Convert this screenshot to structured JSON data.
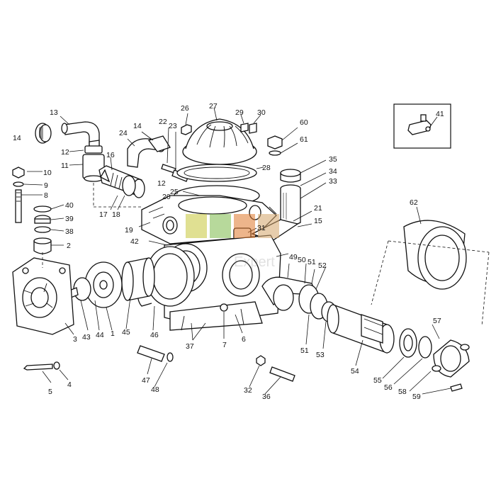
{
  "watermark": {
    "text": "Expert",
    "colors": [
      "#c8c83a",
      "#7dbb4a",
      "#e07a2e",
      "#d4a56a"
    ]
  },
  "labels": [
    {
      "id": "p13",
      "text": "13"
    },
    {
      "id": "p14a",
      "text": "14"
    },
    {
      "id": "p12a",
      "text": "12"
    },
    {
      "id": "p11",
      "text": "11"
    },
    {
      "id": "p10",
      "text": "10"
    },
    {
      "id": "p9",
      "text": "9"
    },
    {
      "id": "p8",
      "text": "8"
    },
    {
      "id": "p40",
      "text": "40"
    },
    {
      "id": "p39",
      "text": "39"
    },
    {
      "id": "p38",
      "text": "38"
    },
    {
      "id": "p2",
      "text": "2"
    },
    {
      "id": "p16",
      "text": "16"
    },
    {
      "id": "p17",
      "text": "17"
    },
    {
      "id": "p18",
      "text": "18"
    },
    {
      "id": "p24",
      "text": "24"
    },
    {
      "id": "p14b",
      "text": "14"
    },
    {
      "id": "p22",
      "text": "22"
    },
    {
      "id": "p23",
      "text": "23"
    },
    {
      "id": "p26",
      "text": "26"
    },
    {
      "id": "p27",
      "text": "27"
    },
    {
      "id": "p29",
      "text": "29"
    },
    {
      "id": "p30",
      "text": "30"
    },
    {
      "id": "p60",
      "text": "60"
    },
    {
      "id": "p61",
      "text": "61"
    },
    {
      "id": "p25",
      "text": "25"
    },
    {
      "id": "p12b",
      "text": "12"
    },
    {
      "id": "p20",
      "text": "20"
    },
    {
      "id": "p28",
      "text": "28"
    },
    {
      "id": "p19",
      "text": "19"
    },
    {
      "id": "p35",
      "text": "35"
    },
    {
      "id": "p34",
      "text": "34"
    },
    {
      "id": "p33",
      "text": "33"
    },
    {
      "id": "p21",
      "text": "21"
    },
    {
      "id": "p15",
      "text": "15"
    },
    {
      "id": "p31",
      "text": "31"
    },
    {
      "id": "p42",
      "text": "42"
    },
    {
      "id": "p41",
      "text": "41"
    },
    {
      "id": "p62",
      "text": "62"
    },
    {
      "id": "p49",
      "text": "49"
    },
    {
      "id": "p50",
      "text": "50"
    },
    {
      "id": "p51a",
      "text": "51"
    },
    {
      "id": "p52",
      "text": "52"
    },
    {
      "id": "p3",
      "text": "3"
    },
    {
      "id": "p43",
      "text": "43"
    },
    {
      "id": "p44",
      "text": "44"
    },
    {
      "id": "p1",
      "text": "1"
    },
    {
      "id": "p45",
      "text": "45"
    },
    {
      "id": "p46",
      "text": "46"
    },
    {
      "id": "p37",
      "text": "37"
    },
    {
      "id": "p7",
      "text": "7"
    },
    {
      "id": "p6",
      "text": "6"
    },
    {
      "id": "p51b",
      "text": "51"
    },
    {
      "id": "p53",
      "text": "53"
    },
    {
      "id": "p54",
      "text": "54"
    },
    {
      "id": "p55",
      "text": "55"
    },
    {
      "id": "p56",
      "text": "56"
    },
    {
      "id": "p57",
      "text": "57"
    },
    {
      "id": "p58",
      "text": "58"
    },
    {
      "id": "p59",
      "text": "59"
    },
    {
      "id": "p5",
      "text": "5"
    },
    {
      "id": "p4",
      "text": "4"
    },
    {
      "id": "p47",
      "text": "47"
    },
    {
      "id": "p48",
      "text": "48"
    },
    {
      "id": "p32",
      "text": "32"
    },
    {
      "id": "p36",
      "text": "36"
    }
  ]
}
